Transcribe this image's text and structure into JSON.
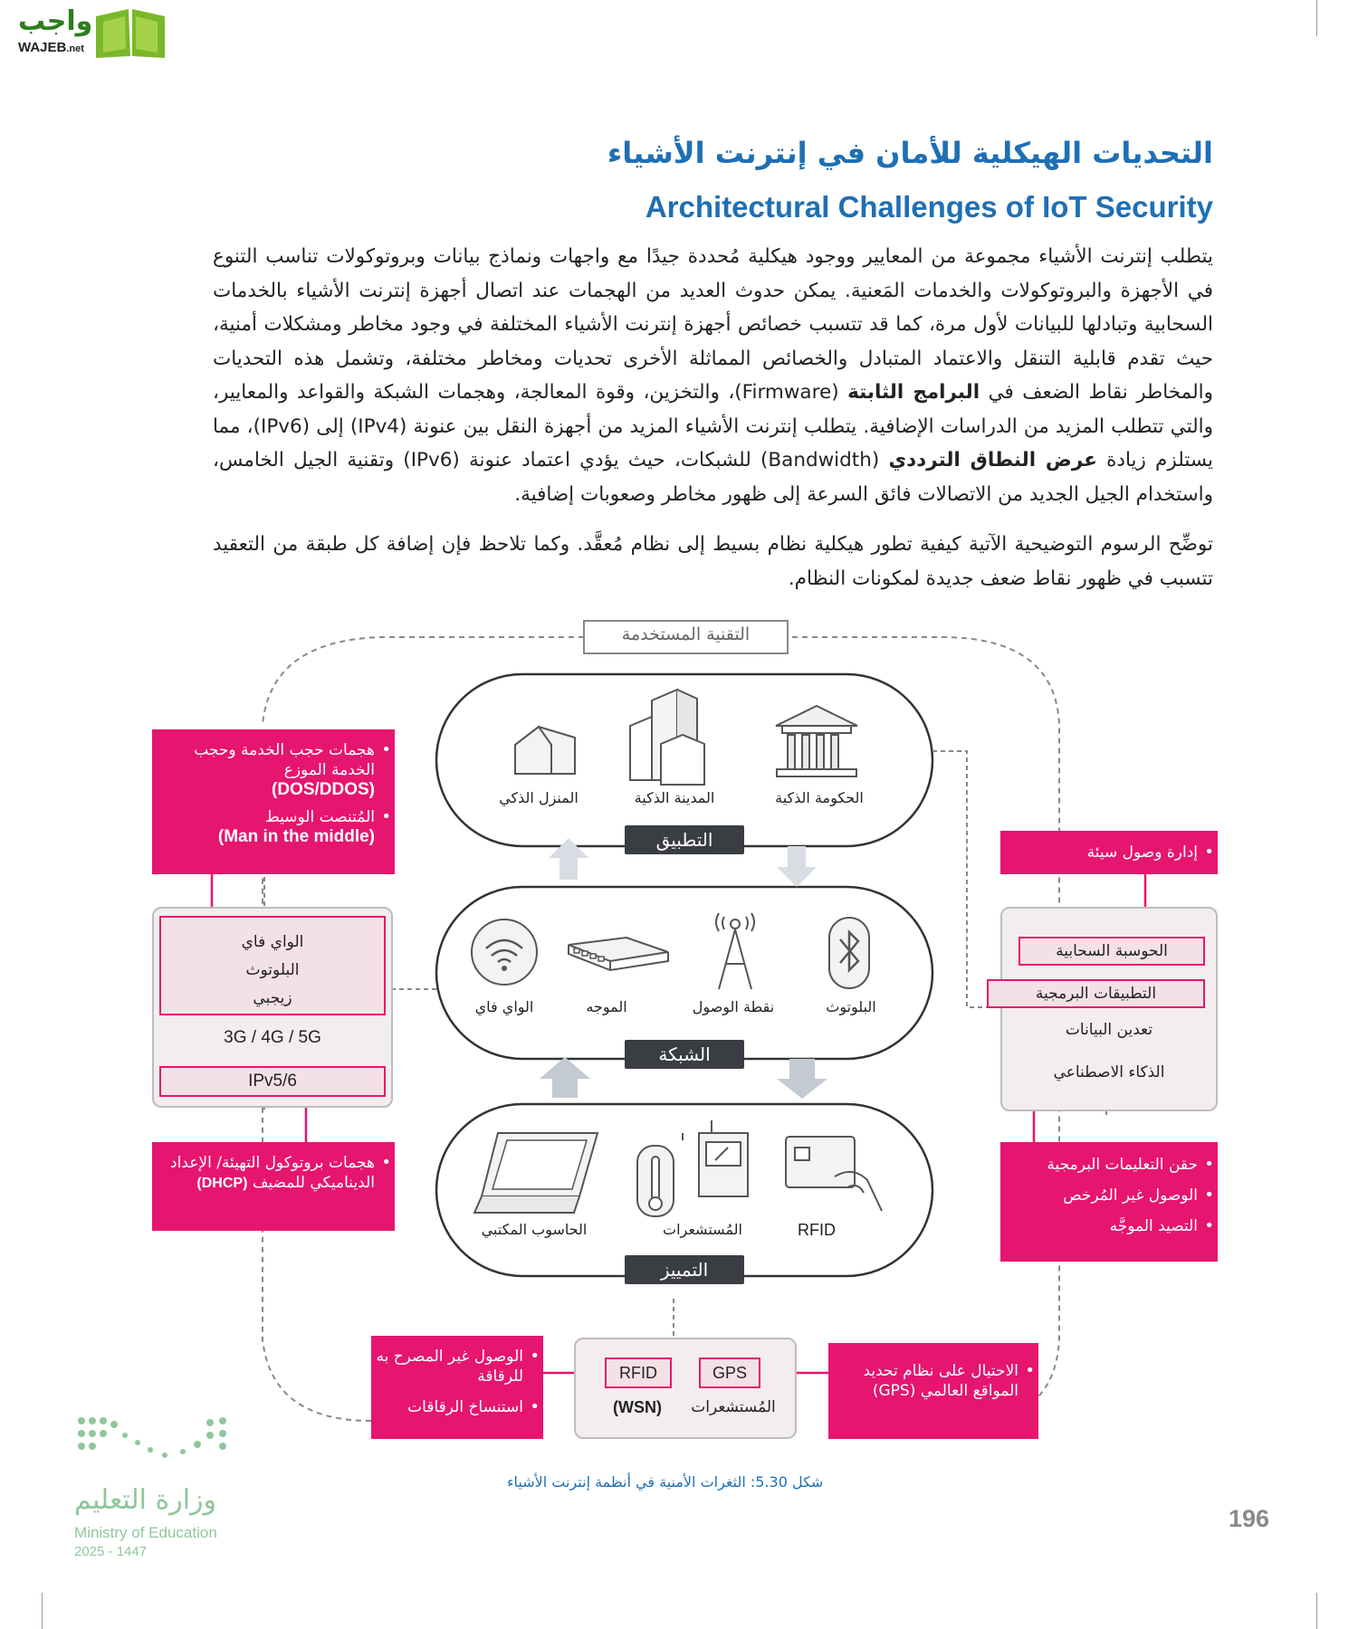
{
  "logo": {
    "arabic": "واجب",
    "latin": "WAJEB",
    "net": ".net"
  },
  "heading": {
    "arabic": "التحديات الهيكلية للأمان في إنترنت الأشياء",
    "english": "Architectural Challenges of IoT Security"
  },
  "paragraph1": {
    "part1": "يتطلب إنترنت الأشياء مجموعة من المعايير ووجود هيكلية مُحددة جيدًا مع واجهات ونماذج بيانات وبروتوكولات تناسب التنوع في الأجهزة والبروتوكولات والخدمات المَعنية. يمكن حدوث العديد من الهجمات عند اتصال أجهزة إنترنت الأشياء بالخدمات السحابية وتبادلها للبيانات لأول مرة، كما قد تتسبب خصائص أجهزة إنترنت الأشياء المختلفة في وجود مخاطر ومشكلات أمنية، حيث تقدم قابلية التنقل والاعتماد المتبادل والخصائص المماثلة الأخرى تحديات ومخاطر مختلفة، وتشمل هذه التحديات والمخاطر نقاط الضعف في ",
    "bold1": "البرامج الثابتة",
    "part2": " (Firmware)، والتخزين، وقوة المعالجة، وهجمات الشبكة والقواعد والمعايير، والتي تتطلب المزيد من الدراسات الإضافية. يتطلب إنترنت الأشياء المزيد من أجهزة النقل بين عنونة (IPv4) إلى (IPv6)، مما يستلزم زيادة ",
    "bold2": "عرض النطاق الترددي",
    "part3": " (Bandwidth) للشبكات، حيث يؤدي اعتماد عنونة (IPv6) وتقنية الجيل الخامس، واستخدام الجيل الجديد من الاتصالات فائق السرعة إلى ظهور مخاطر وصعوبات إضافية."
  },
  "paragraph2": "توضِّح الرسوم التوضيحية الآتية كيفية تطور هيكلية نظام بسيط إلى نظام مُعقَّد. وكما تلاحظ فإن إضافة كل طبقة من التعقيد تتسبب في ظهور نقاط ضعف جديدة لمكونات النظام.",
  "diagram": {
    "top_label": "التقنية المستخدمة",
    "layers": {
      "application": {
        "tag": "التطبيق",
        "items": [
          "الحكومة الذكية",
          "المدينة الذكية",
          "المنزل الذكي"
        ]
      },
      "network": {
        "tag": "الشبكة",
        "items": [
          "البلوتوث",
          "نقطة الوصول",
          "الموجه",
          "الواي فاي"
        ]
      },
      "perception": {
        "tag": "التمييز",
        "items": [
          "RFID",
          "المُستشعرات",
          "الحاسوب المكتبي"
        ]
      }
    },
    "left_top_attacks": {
      "item1": "هجمات حجب الخدمة وحجب الخدمة الموزع",
      "item1_en": "(DOS/DDOS)",
      "item2": "المُتنصت الوسيط",
      "item2_en": "(Man in the middle)"
    },
    "left_tech": {
      "inner": [
        "الواي فاي",
        "البلوتوث",
        "زيجبي"
      ],
      "mobile": "3G / 4G / 5G",
      "ip": "IPv5/6"
    },
    "left_bottom_attacks": {
      "item1": "هجمات بروتوكول التهيئة/ الإعداد الديناميكي للمضيف",
      "item1_en": "(DHCP)"
    },
    "right_top_attacks": {
      "item1": "إدارة وصول سيئة"
    },
    "right_tech": {
      "box1": "الحوسبة السحابية",
      "box2": "التطبيقات البرمجية",
      "plain": [
        "تعدين البيانات",
        "الذكاء الاصطناعي"
      ]
    },
    "right_bottom_attacks": {
      "items": [
        "حقن التعليمات البرمجية",
        "الوصول غير المُرخص",
        "التصيد الموجَّه"
      ]
    },
    "bottom_left_attacks": {
      "items": [
        "الوصول غير المصرح به للرقاقة",
        "استنساخ الرقاقات"
      ]
    },
    "bottom_center": {
      "rfid": "RFID",
      "gps": "GPS",
      "wsn": "(WSN)",
      "sensors": "المُستشعرات"
    },
    "bottom_right_attacks": {
      "item1": "الاحتيال على نظام تحديد المواقع العالمي (GPS)"
    }
  },
  "caption": "شكل 5.30: الثغرات الأمنية في أنظمة إنترنت الأشياء",
  "page_number": "196",
  "ministry": {
    "arabic": "وزارة التعليم",
    "english": "Ministry of Education",
    "year": "2025 - 1447"
  },
  "colors": {
    "accent_blue": "#1f6fb4",
    "attack_pink": "#e6156f",
    "tag_dark": "#3a3d42",
    "ministry_green": "#8fc79b"
  }
}
